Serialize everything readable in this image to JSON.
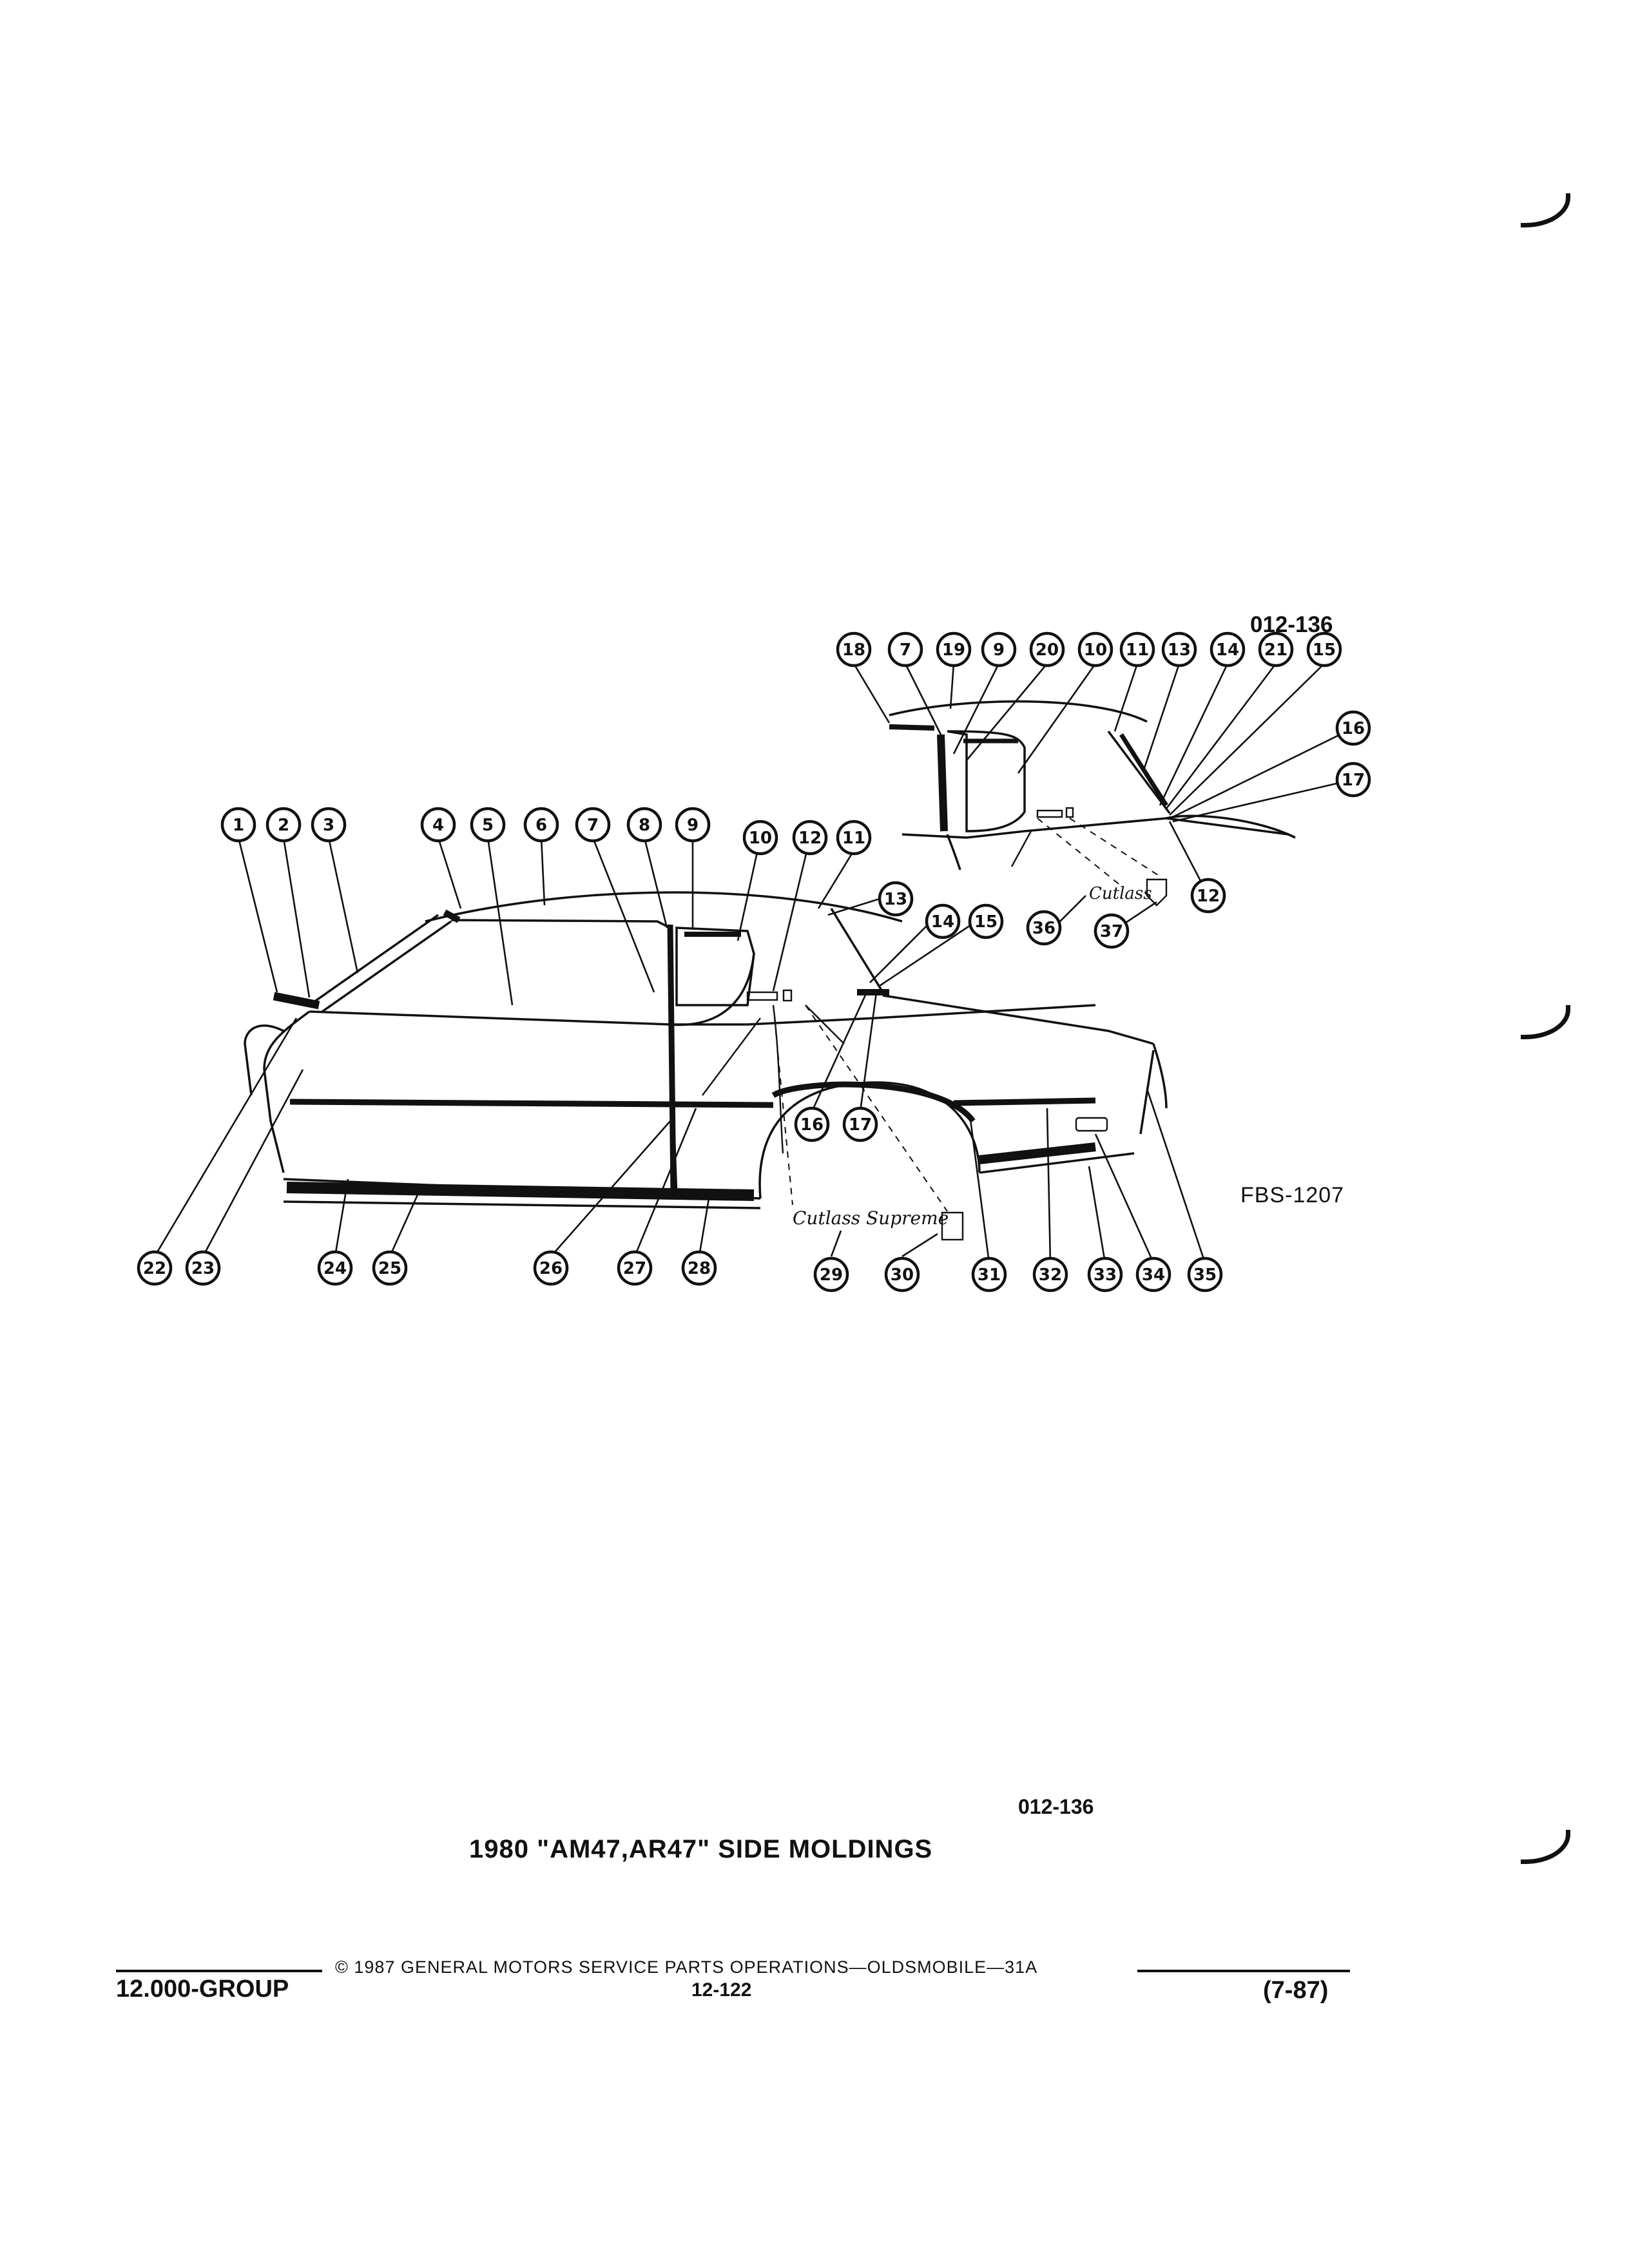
{
  "figure": {
    "id_top": "012-136",
    "id_bottom": "012-136",
    "drawing_code": "FBS-1207",
    "title": "1980 \"AM47,AR47\" SIDE MOLDINGS",
    "badges": {
      "emblem_29": "Cutlass Supreme",
      "emblem_36": "Cutlass"
    },
    "callouts_main": [
      "1",
      "2",
      "3",
      "4",
      "5",
      "6",
      "7",
      "8",
      "9",
      "10",
      "12",
      "11",
      "13",
      "14",
      "15",
      "16",
      "17",
      "22",
      "23",
      "24",
      "25",
      "26",
      "27",
      "28",
      "29",
      "30",
      "31",
      "32",
      "33",
      "34",
      "35"
    ],
    "callouts_inset": [
      "18",
      "7",
      "19",
      "9",
      "20",
      "10",
      "11",
      "13",
      "14",
      "21",
      "15",
      "16",
      "17",
      "12",
      "36",
      "37"
    ]
  },
  "footer": {
    "copyright": "© 1987 GENERAL MOTORS SERVICE PARTS OPERATIONS—OLDSMOBILE—31A",
    "group": "12.000-GROUP",
    "page": "12-122",
    "date": "(7-87)"
  }
}
